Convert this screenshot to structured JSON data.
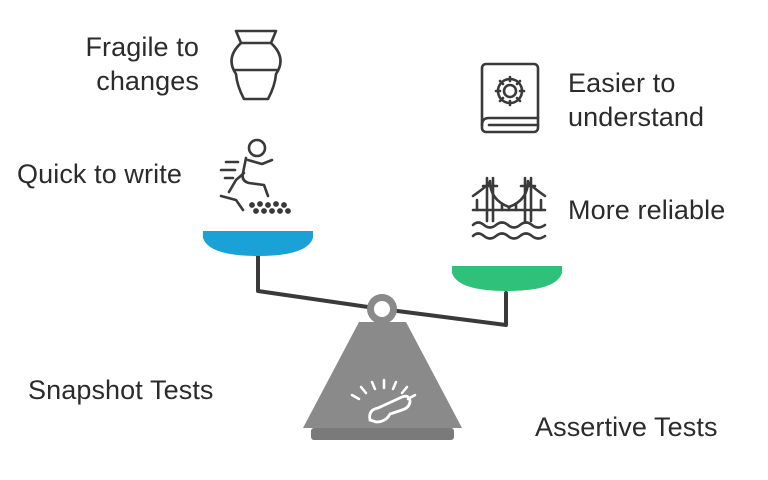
{
  "left_side": {
    "title": "Snapshot Tests",
    "pan_color": "#1aa1d6",
    "features": [
      {
        "icon": "vase-icon",
        "label_line1": "Fragile to",
        "label_line2": "changes"
      },
      {
        "icon": "sliding-person-icon",
        "label": "Quick to write"
      }
    ]
  },
  "right_side": {
    "title": "Assertive Tests",
    "pan_color": "#2fc07a",
    "features": [
      {
        "icon": "book-gear-icon",
        "label_line1": "Easier to",
        "label_line2": "understand"
      },
      {
        "icon": "bridge-icon",
        "label": "More reliable"
      }
    ]
  },
  "colors": {
    "text": "#2b2b2b",
    "stand": "#8a8a8a",
    "icon_stroke": "#3a3a3a"
  }
}
